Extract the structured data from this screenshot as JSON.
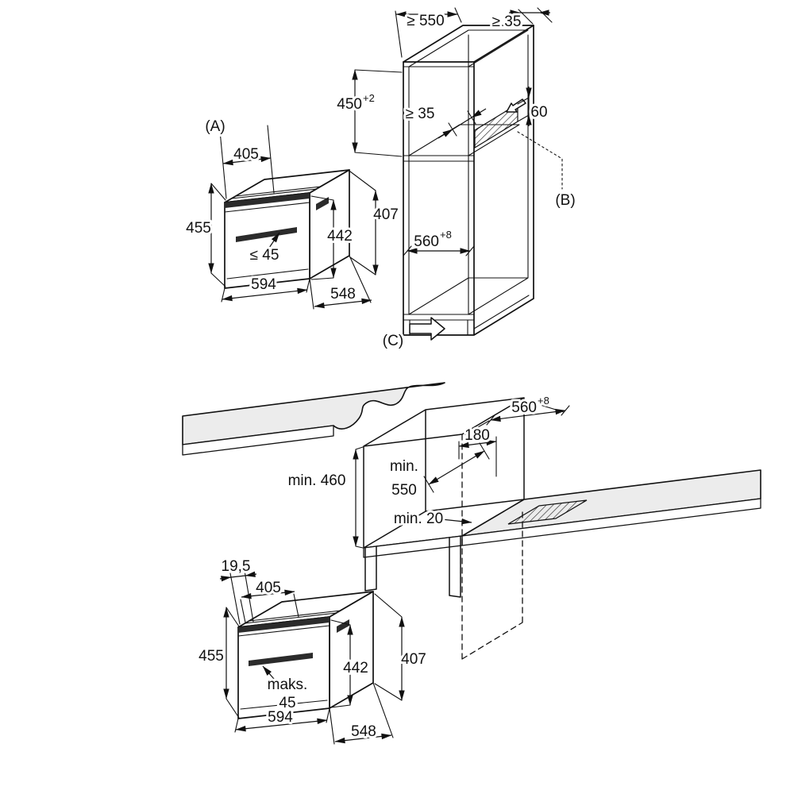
{
  "meta": {
    "description": "Installation dimension drawing for a built-in compact oven (tall unit and under-worktop niche), dimensions in mm"
  },
  "colors": {
    "line": "#111111",
    "surface": "#ececec"
  },
  "oven_top": {
    "label": "(A)",
    "top_width": "405",
    "height_left": "455",
    "inner_height": "442",
    "height_right": "407",
    "handle_clearance": "≤ 45",
    "front_width": "594",
    "depth": "548"
  },
  "tall_unit": {
    "depth_min": "≥ 550",
    "rear_gap": "≥ 35",
    "niche_height": "450",
    "niche_height_tol": "+2",
    "vent_gap": "≥ 35",
    "vent_depth": "60",
    "label_b": "(B)",
    "niche_width": "560",
    "niche_width_tol": "+8",
    "label_c": "(C)"
  },
  "worktop_unit": {
    "niche_width": "560",
    "niche_width_tol": "+8",
    "vent_offset": "180",
    "depth_label_1": "min.",
    "depth_label_2": "550",
    "niche_height": "min. 460",
    "side_gap": "min. 20"
  },
  "oven_bottom": {
    "top_offset": "19,5",
    "top_width": "405",
    "height_left": "455",
    "inner_height": "442",
    "height_right": "407",
    "handle_label_1": "maks.",
    "handle_label_2": "45",
    "front_width": "594",
    "depth": "548"
  }
}
